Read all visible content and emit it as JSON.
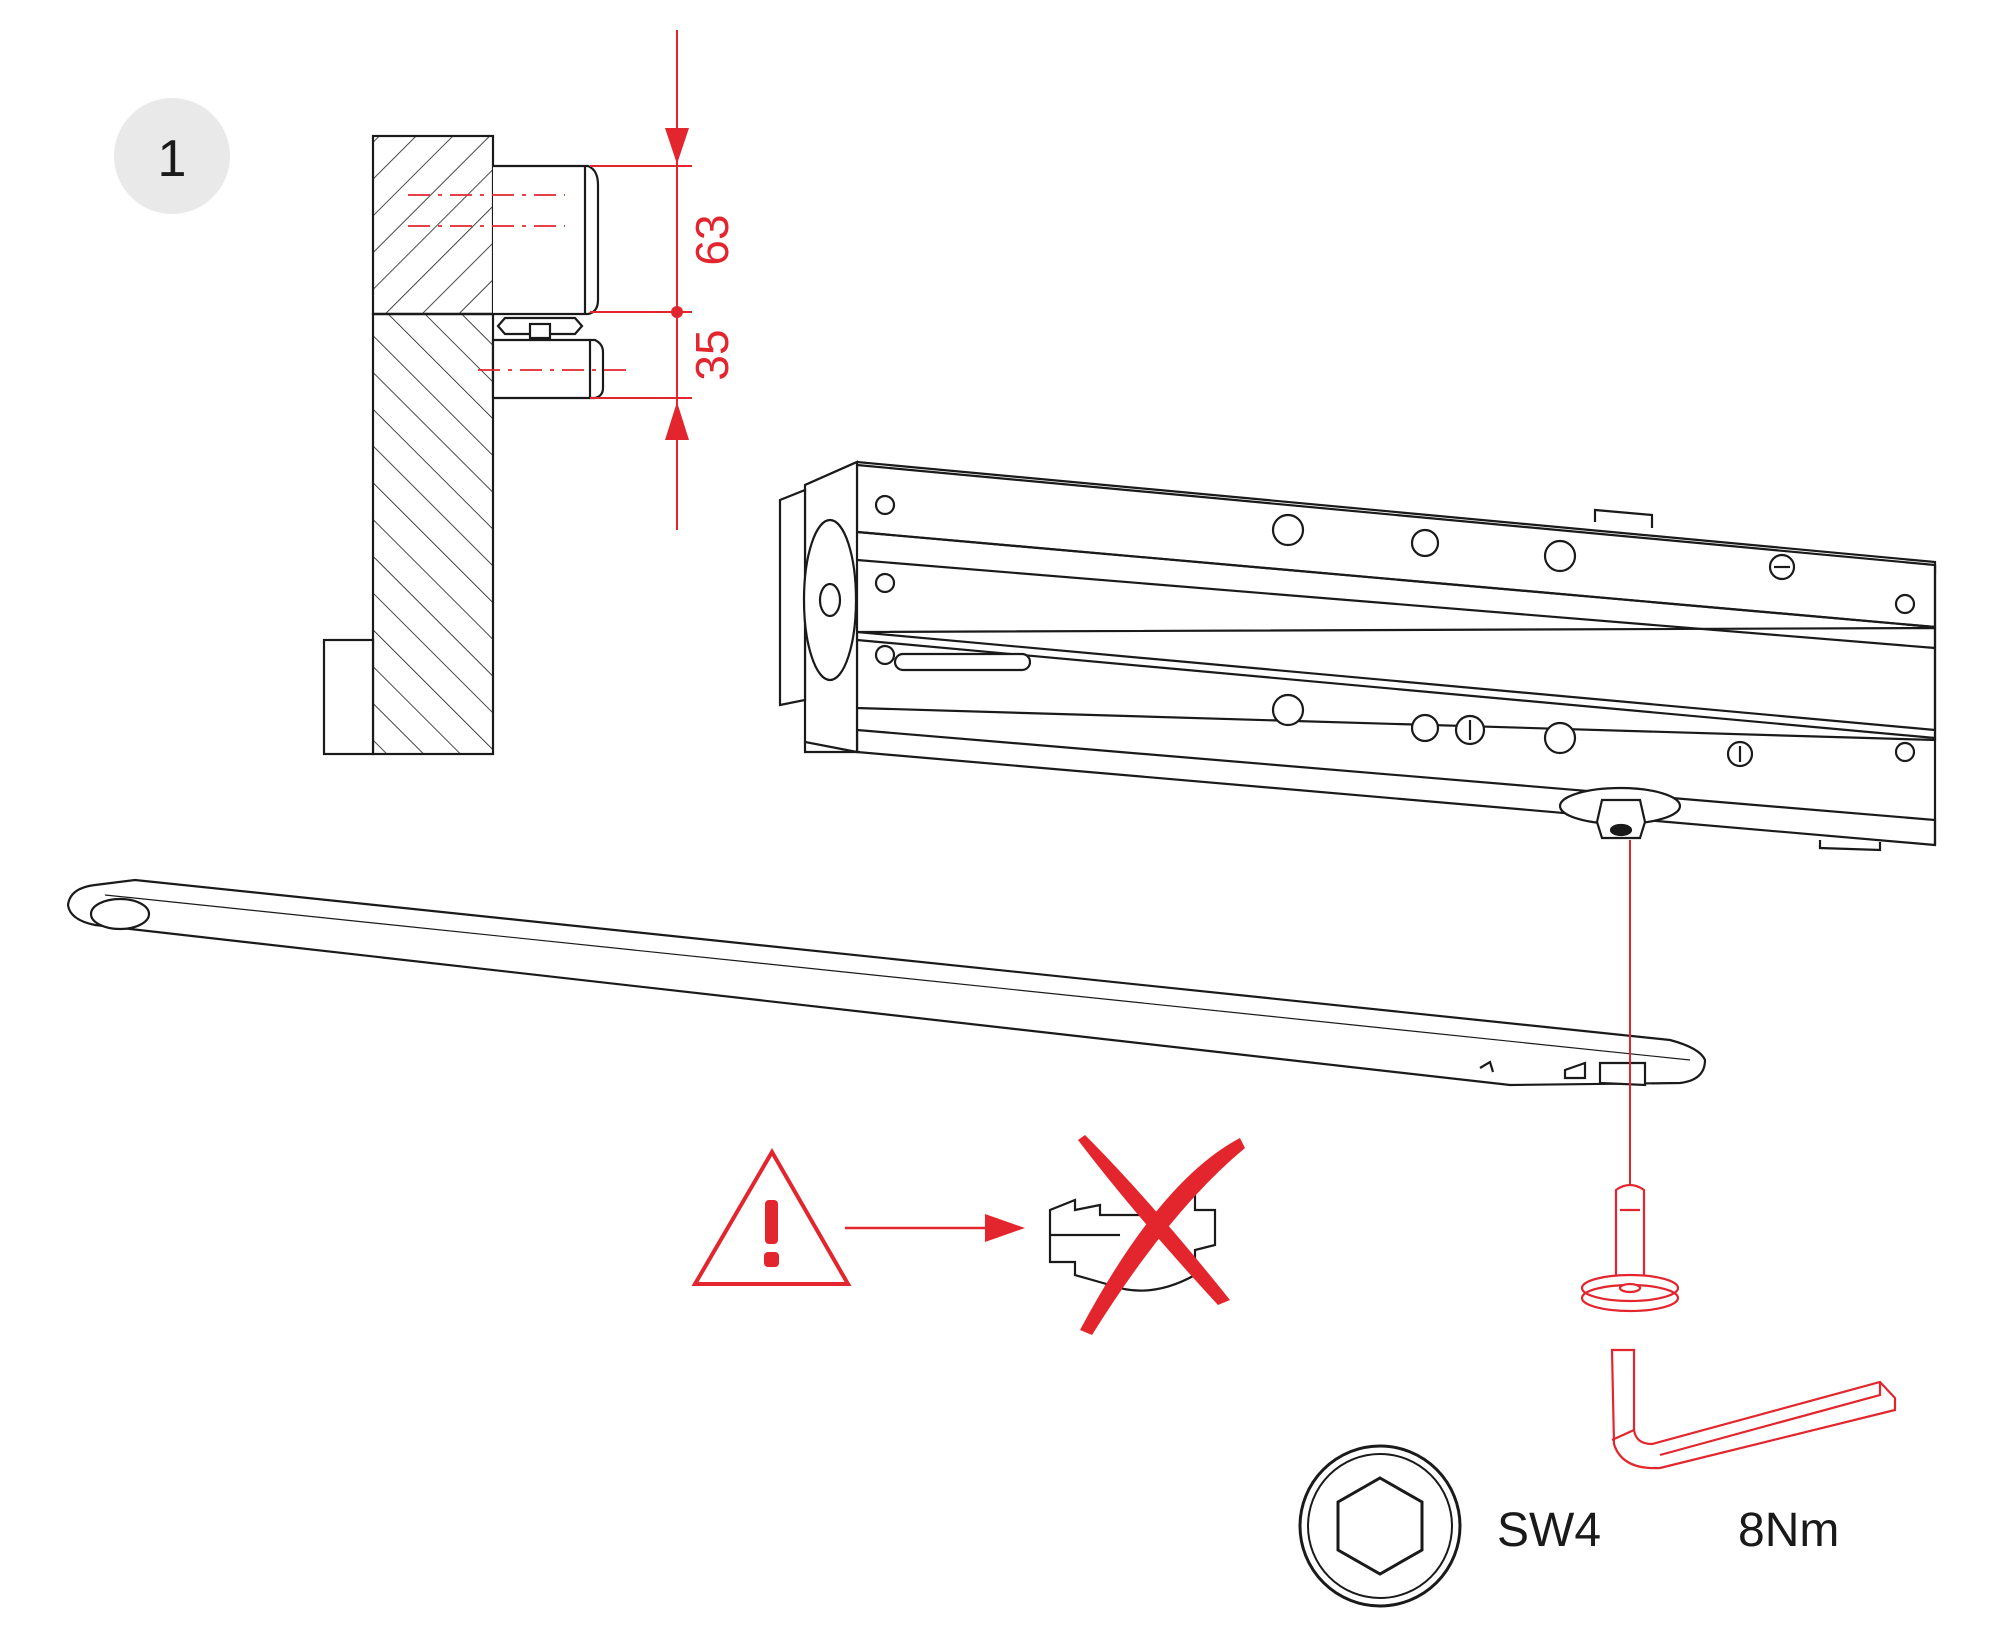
{
  "step": {
    "number": "1",
    "badge_color": "#e9e9ea"
  },
  "dimensions": {
    "upper": "63",
    "lower": "35"
  },
  "tool": {
    "socket": "SW4",
    "torque": "8Nm"
  },
  "colors": {
    "accent": "#e3262e",
    "line": "#1a1a1a"
  },
  "icons": [
    "warning-triangle-icon",
    "hex-socket-icon",
    "allen-key-icon",
    "socket-screw-icon",
    "crossed-out-icon"
  ]
}
